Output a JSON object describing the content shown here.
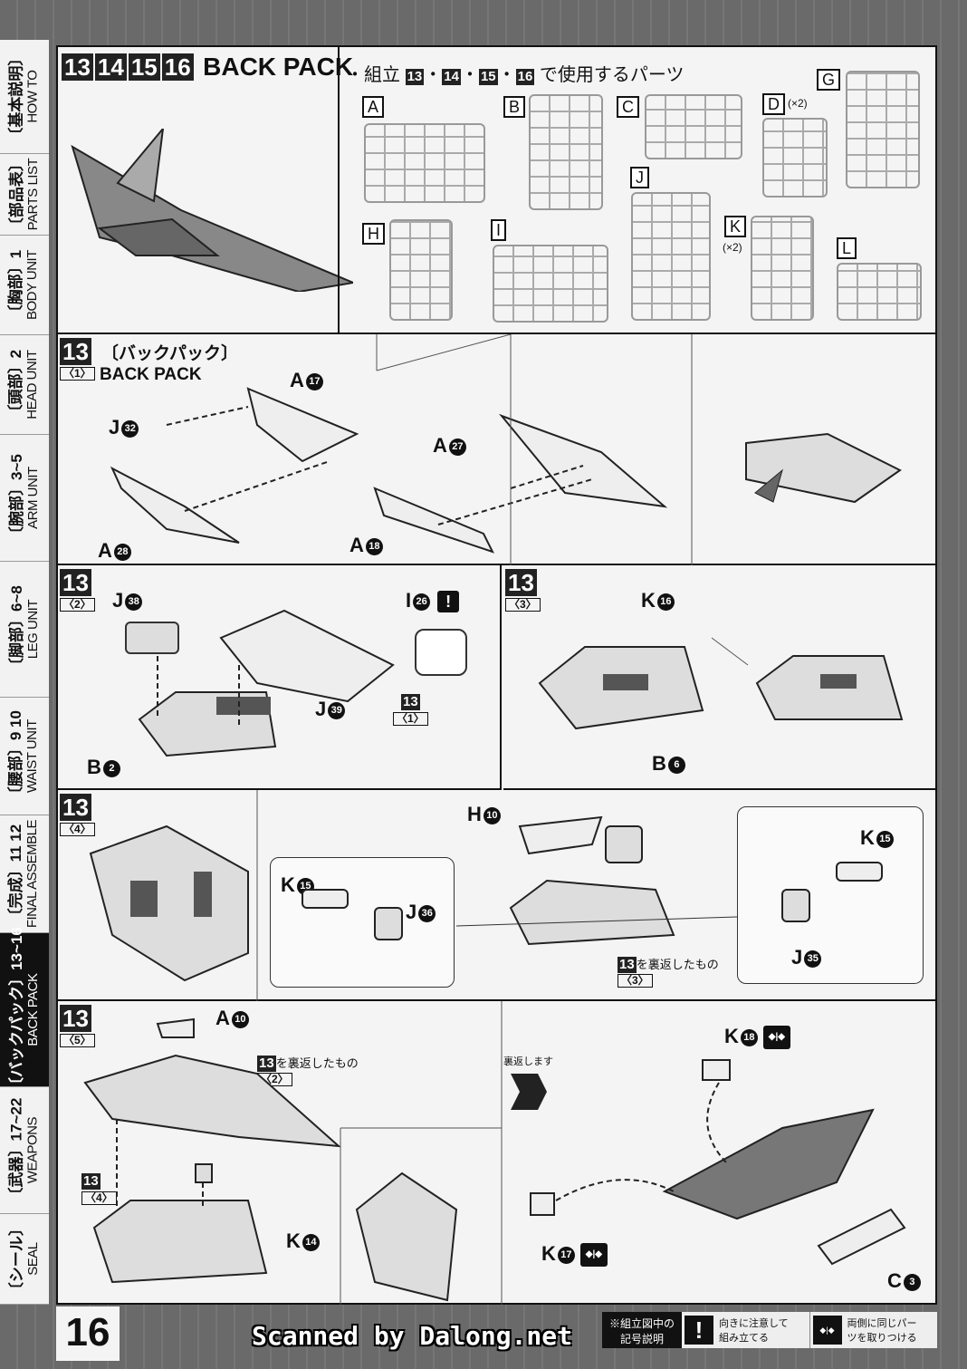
{
  "sidebar": [
    {
      "jp": "〔基本説明〕",
      "en": "HOW TO"
    },
    {
      "jp": "〔部品表〕",
      "en": "PARTS LIST"
    },
    {
      "jp": "〔胸部〕1",
      "en": "BODY UNIT"
    },
    {
      "jp": "〔頭部〕2",
      "en": "HEAD UNIT"
    },
    {
      "jp": "〔腕部〕3~5",
      "en": "ARM UNIT"
    },
    {
      "jp": "〔脚部〕6~8",
      "en": "LEG UNIT"
    },
    {
      "jp": "〔腰部〕9 10",
      "en": "WAIST UNIT"
    },
    {
      "jp": "〔完成〕11 12",
      "en": "FINAL ASSEMBLE"
    },
    {
      "jp": "〔バックパック〕13~16",
      "en": "BACK PACK"
    },
    {
      "jp": "〔武器〕17~22",
      "en": "WEAPONS"
    },
    {
      "jp": "〔シール〕",
      "en": "SEAL"
    }
  ],
  "header": {
    "steps": [
      "13",
      "14",
      "15",
      "16"
    ],
    "title": "BACK PACK",
    "parts_heading_pre": "・組立",
    "parts_heading_nums": [
      "13",
      "14",
      "15",
      "16"
    ],
    "parts_heading_post": "で使用するパーツ",
    "runners": [
      {
        "id": "A"
      },
      {
        "id": "B"
      },
      {
        "id": "C"
      },
      {
        "id": "D",
        "qty": "(×2)"
      },
      {
        "id": "G"
      },
      {
        "id": "H"
      },
      {
        "id": "I"
      },
      {
        "id": "J"
      },
      {
        "id": "K",
        "qty": "(×2)"
      },
      {
        "id": "L"
      }
    ]
  },
  "step1": {
    "num": "13",
    "sub": "〈1〉",
    "title_jp": "〔バックパック〕",
    "title_en": "BACK PACK",
    "labels": [
      {
        "r": "J",
        "n": "32"
      },
      {
        "r": "A",
        "n": "17"
      },
      {
        "r": "A",
        "n": "28"
      },
      {
        "r": "A",
        "n": "27"
      },
      {
        "r": "A",
        "n": "18"
      }
    ]
  },
  "step2": {
    "num": "13",
    "sub": "〈2〉",
    "labels": [
      {
        "r": "J",
        "n": "38"
      },
      {
        "r": "I",
        "n": "26"
      },
      {
        "r": "J",
        "n": "39"
      },
      {
        "r": "B",
        "n": "2"
      }
    ],
    "ref": {
      "num": "13",
      "sub": "〈1〉"
    }
  },
  "step3": {
    "num": "13",
    "sub": "〈3〉",
    "labels": [
      {
        "r": "K",
        "n": "16"
      },
      {
        "r": "B",
        "n": "6"
      }
    ]
  },
  "step4": {
    "num": "13",
    "sub": "〈4〉",
    "labels": [
      {
        "r": "H",
        "n": "10"
      },
      {
        "r": "K",
        "n": "15"
      },
      {
        "r": "J",
        "n": "36"
      },
      {
        "r": "K",
        "n": "15"
      },
      {
        "r": "J",
        "n": "35"
      }
    ],
    "ref": {
      "num": "13",
      "sub": "〈3〉",
      "text": "を裏返したもの"
    }
  },
  "step5": {
    "num": "13",
    "sub": "〈5〉",
    "labels": [
      {
        "r": "A",
        "n": "10"
      },
      {
        "r": "K",
        "n": "14"
      },
      {
        "r": "K",
        "n": "18"
      },
      {
        "r": "K",
        "n": "17"
      },
      {
        "r": "C",
        "n": "3"
      }
    ],
    "ref1": {
      "num": "13",
      "sub": "〈2〉",
      "text": "を裏返したもの"
    },
    "ref2": {
      "num": "13",
      "sub": "〈4〉"
    },
    "flip": "裏返します"
  },
  "footer": {
    "page": "16",
    "watermark": "Scanned by Dalong.net",
    "legend_title": "※組立図中の記号説明",
    "legend_items": [
      {
        "icon": "!",
        "text": "向きに注意して組み立てる"
      },
      {
        "icon": "◆|◆",
        "text": "両側に同じパーツを取りつける"
      }
    ]
  }
}
